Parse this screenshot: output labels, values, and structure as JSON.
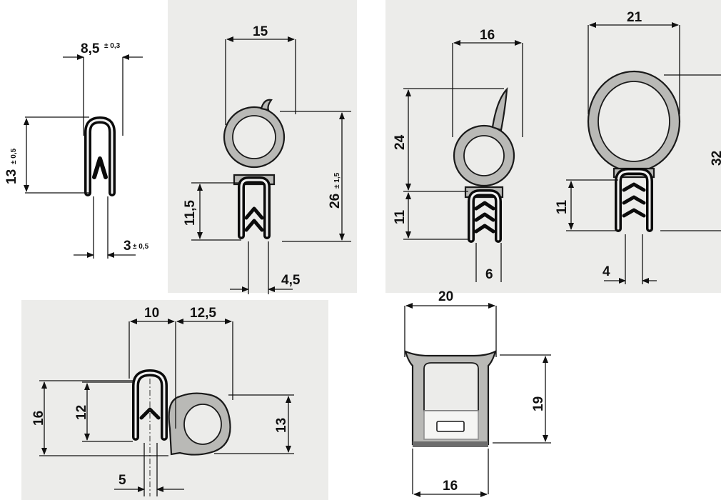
{
  "profiles": [
    {
      "name": "edge-trim",
      "dims": {
        "width": "8,5",
        "width_tol": "± 0,3",
        "height": "13",
        "height_tol": "± 0,5",
        "gap": "3",
        "gap_tol": "± 0,5"
      }
    },
    {
      "name": "bulb-seal-lip",
      "dims": {
        "width": "15",
        "height": "26",
        "height_tol": "± 1,5",
        "clip_height": "11,5",
        "gap": "4,5"
      }
    },
    {
      "name": "bulb-seal-tall-lip",
      "dims": {
        "width": "16",
        "height": "24",
        "clip_height": "11",
        "gap": "6"
      }
    },
    {
      "name": "bulb-seal-large",
      "dims": {
        "width": "21",
        "height": "32",
        "clip_height": "11",
        "gap": "4"
      }
    },
    {
      "name": "side-bulb-seal",
      "dims": {
        "clip_width": "10",
        "bulb_width": "12,5",
        "height": "16",
        "clip_height": "12",
        "bulb_height": "13",
        "gap": "5"
      }
    },
    {
      "name": "channel-seal",
      "dims": {
        "top_width": "20",
        "height": "19",
        "bottom_width": "16"
      }
    }
  ]
}
